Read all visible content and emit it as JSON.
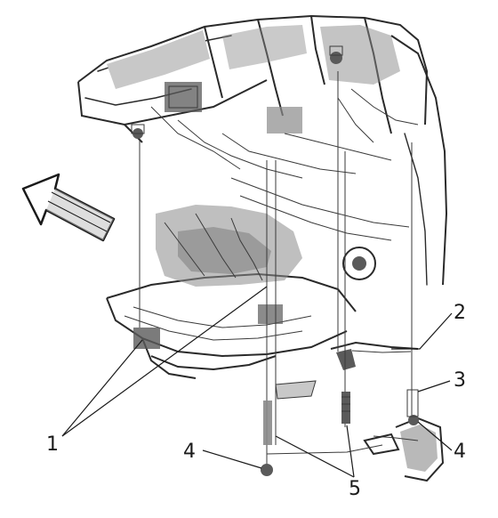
{
  "callouts": [
    {
      "id": "1",
      "label": "1"
    },
    {
      "id": "2",
      "label": "2"
    },
    {
      "id": "3",
      "label": "3"
    },
    {
      "id": "4a",
      "label": "4"
    },
    {
      "id": "4b",
      "label": "4"
    },
    {
      "id": "5",
      "label": "5"
    }
  ],
  "direction_arrow": {
    "icon": "forward-direction-arrow-icon"
  }
}
